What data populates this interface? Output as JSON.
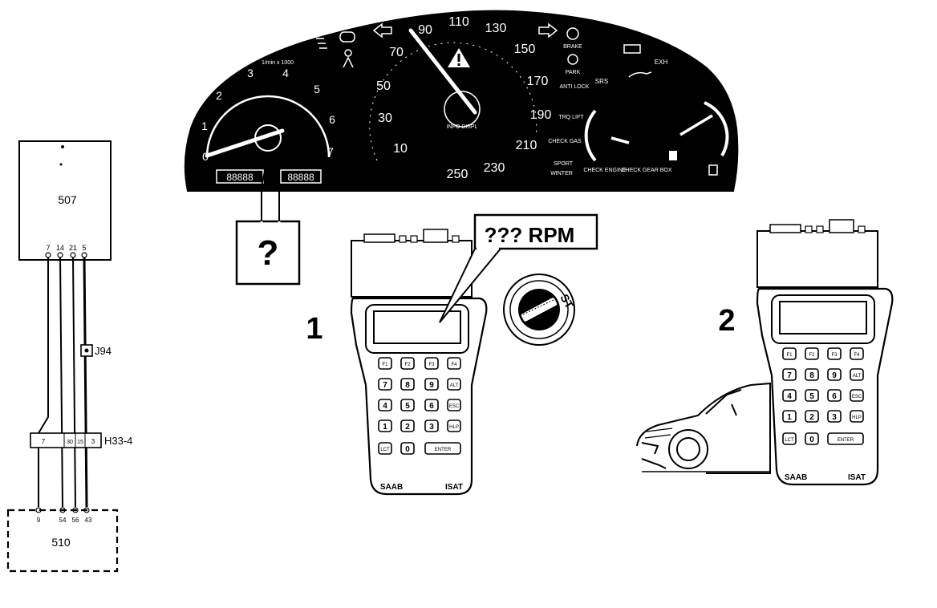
{
  "wiring": {
    "module_top": "507",
    "module_bottom": "510",
    "top_pins": [
      "7",
      "14",
      "21",
      "5"
    ],
    "bottom_pins": [
      "9",
      "54",
      "56",
      "43"
    ],
    "connector_pins": [
      "7",
      "30",
      "15",
      "3"
    ],
    "junction_label": "J94",
    "connector_label": "H33-4"
  },
  "cluster": {
    "tacho_ticks": [
      "0",
      "1",
      "2",
      "3",
      "4",
      "5",
      "6",
      "7"
    ],
    "speed_ticks": [
      "10",
      "30",
      "50",
      "70",
      "90",
      "110",
      "130",
      "150",
      "170",
      "190",
      "210",
      "230",
      "250"
    ],
    "tacho_note": "1/min x 1000",
    "info_label": "INFO\nDISPL",
    "brake_label": "BRAKE",
    "park_label": "PARK",
    "anti_lock_label": "ANTI\nLOCK",
    "trq_lift_label": "TRQ\nLIFT",
    "check_gas_label": "CHECK\nGAS",
    "sport_label": "SPORT",
    "winter_label": "WINTER",
    "check_engine_label": "CHECK\nENGINE",
    "check_gearbox_label": "CHECK\nGEAR BOX",
    "srs_label": "SRS",
    "exh_label": "EXH",
    "trip_display": "88888",
    "odo_display": "88888"
  },
  "question_mark": "?",
  "callout_text": "??? RPM",
  "step1_label": "1",
  "step2_label": "2",
  "ignition_label": "ST",
  "tester": {
    "brand": "SAAB",
    "model": "ISAT",
    "keys": [
      [
        "F1",
        "F2",
        "F3",
        "F4"
      ],
      [
        "7",
        "8",
        "9",
        "ALT"
      ],
      [
        "4",
        "5",
        "6",
        "ESC"
      ],
      [
        "1",
        "2",
        "3",
        "HLP"
      ],
      [
        "LCT",
        "0",
        "ENTER"
      ]
    ]
  }
}
